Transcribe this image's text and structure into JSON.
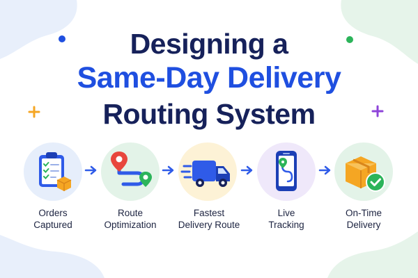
{
  "title": {
    "line1": "Designing a",
    "line2": "Same-Day Delivery",
    "line3": "Routing System"
  },
  "colors": {
    "navy": "#16215a",
    "accent_blue": "#1f4fe0",
    "arrow_blue": "#2f5be8",
    "orange": "#f5a623",
    "purple": "#8e44d9",
    "green": "#2cb45a",
    "red": "#e8463c"
  },
  "steps": [
    {
      "icon": "clipboard-checklist-icon",
      "label_line1": "Orders",
      "label_line2": "Captured",
      "bg": "#e6eefb"
    },
    {
      "icon": "route-pins-icon",
      "label_line1": "Route",
      "label_line2": "Optimization",
      "bg": "#e3f3e8"
    },
    {
      "icon": "delivery-truck-icon",
      "label_line1": "Fastest",
      "label_line2": "Delivery Route",
      "bg": "#fdf2d6"
    },
    {
      "icon": "phone-tracking-icon",
      "label_line1": "Live",
      "label_line2": "Tracking",
      "bg": "#efe8fa"
    },
    {
      "icon": "package-check-icon",
      "label_line1": "On-Time",
      "label_line2": "Delivery",
      "bg": "#e3f3e8"
    }
  ]
}
